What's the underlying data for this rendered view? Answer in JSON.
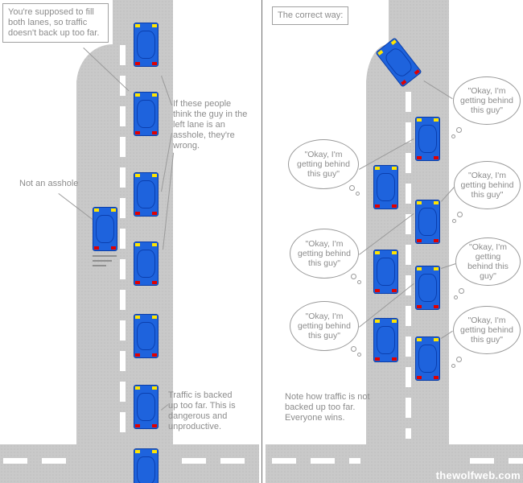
{
  "left_panel": {
    "note_box": "You're supposed to fill both lanes, so traffic doesn't back up too far.",
    "wrong_note": "If these people think the guy in the left lane is an asshole, they're wrong.",
    "not_asshole_note": "Not an asshole",
    "backed_up_note": "Traffic is backed up too far. This is dangerous and unproductive.",
    "car_count_right_lane": 7,
    "car_count_left_lane": 1
  },
  "right_panel": {
    "note_box": "The correct way:",
    "bubble_text": "\"Okay, I'm getting behind this guy\"",
    "bottom_note": "Note how traffic is not backed up too far. Everyone wins.",
    "car_count_right_lane": 4,
    "car_count_left_lane": 3,
    "merging_car_count": 1
  },
  "watermark": "thewolfweb.com",
  "colors": {
    "car_blue": "#1e63dd",
    "car_outline": "#0a3da8",
    "headlight_yellow": "#ffe400",
    "taillight_red": "#e00000",
    "road_gray": "#c9c9c9",
    "text_gray": "#8c8c8c"
  }
}
